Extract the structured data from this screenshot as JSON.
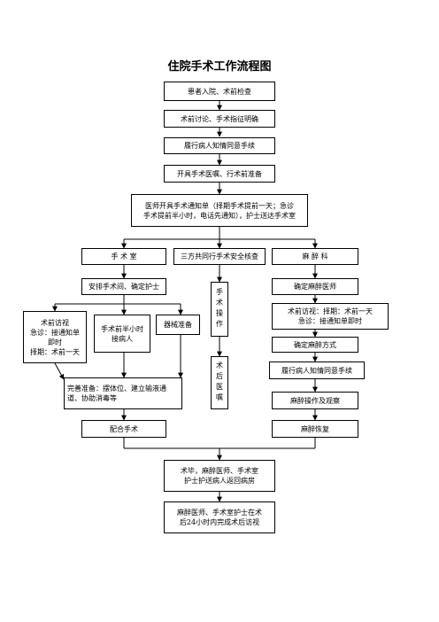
{
  "title": "住院手术工作流程图",
  "nodes": {
    "admission": "患者入院、术前检查",
    "discussion": "术前讨论、手术指征明确",
    "consent": "履行病人知情同意手续",
    "orders": "开具手术医嘱、行术前准备",
    "notice": "医师开具手术通知单（择期手术提前一天；急诊\n手术提前半小时，电话先通知），护士送达手术室",
    "or_room": "手  术  室",
    "safety_check": "三方共同行手术安全核查",
    "anesthesia_dept": "麻  醉  科",
    "arrange_room": "安排手术间、确定护士",
    "surgery_op": "手术操作",
    "pre_visit_nurse": "术前访视\n急诊：接通知单\n即时\n择期：术前一天",
    "pickup": "手术前半小时\n接病人",
    "equipment": "器械准备",
    "post_rounds": "术后医嘱",
    "prepare": "完善准备：摆体位、建立输液通\n道、协助消毒等",
    "assign_anesth": "确定麻醉医师",
    "pre_visit_anesth": "术前访视：择期：术前一天\n急诊：接通知单即时",
    "anesth_method": "确定麻醉方式",
    "anesth_consent": "履行病人知情同意手续",
    "anesth_op": "麻醉操作及观察",
    "assist": "配合手术",
    "recovery": "麻醉恢复",
    "return_ward": "术毕，麻醉医师、手术室\n护士护送病人返回病房",
    "followup": "麻醉医师、手术室护士在术\n后24小时内完成术后访视"
  }
}
